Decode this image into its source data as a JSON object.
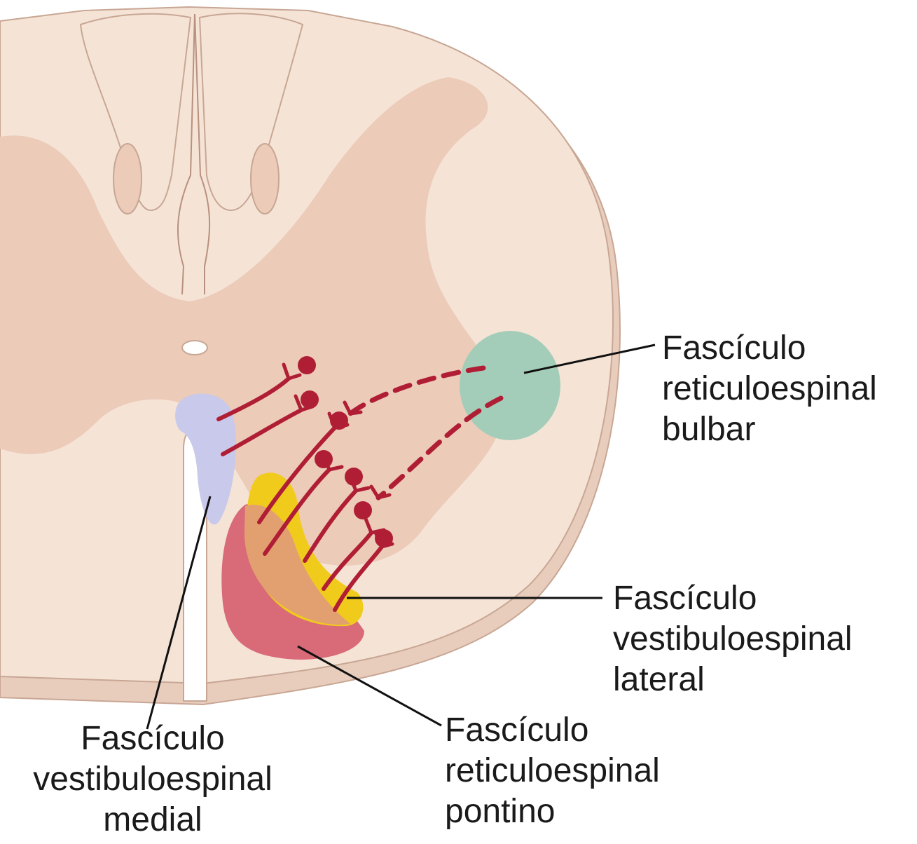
{
  "colors": {
    "white_matter": "#f5e4d6",
    "gray_matter": "#eccbb9",
    "edge_shadow": "#e8cdbd",
    "outline": "#c8a694",
    "neuron_red": "#b01e35",
    "bulbar_green": "#a4cdb9",
    "medial_lavender": "#c9c9eb",
    "lateral_yellow": "#f1cb1c",
    "pontine_pink": "#d96a78",
    "overlap_orange": "#e2a071",
    "label_line": "#111111"
  },
  "labels": {
    "bulbar": {
      "line1": "Fascículo",
      "line2": "reticuloespinal",
      "line3": "bulbar"
    },
    "lateral": {
      "line1": "Fascículo",
      "line2": "vestibuloespinal",
      "line3": "lateral"
    },
    "pontine": {
      "line1": "Fascículo",
      "line2": "reticuloespinal",
      "line3": "pontino"
    },
    "medial": {
      "line1": "Fascículo",
      "line2": "vestibuloespinal",
      "line3": "medial"
    }
  }
}
